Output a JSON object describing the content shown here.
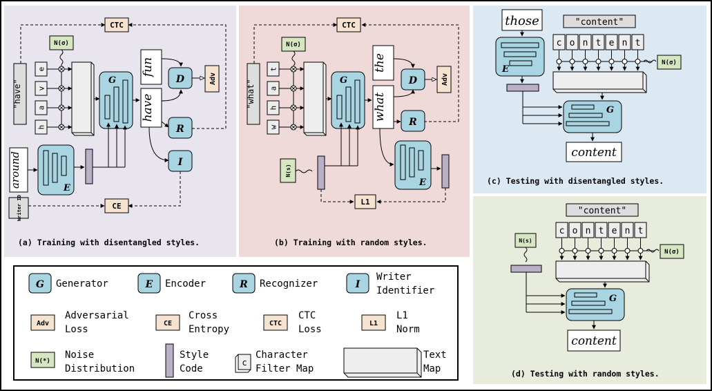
{
  "colors": {
    "panel_a": "#e9e5ef",
    "panel_b": "#f0d9d9",
    "panel_c": "#dce9f3",
    "panel_d": "#e8ecdc",
    "module": "#a9d4e1",
    "loss": "#f6e3cf",
    "noise": "#d5e6c1",
    "gray": "#dddddd",
    "style_code": "#b9b0c8"
  },
  "panel_a": {
    "caption": "(a) Training with disentangled styles.",
    "ctc": "CTC",
    "noise": "N(σ)",
    "word_label": "\"have\"",
    "chars": [
      "e",
      "v",
      "a",
      "h"
    ],
    "gen": "G",
    "disc": "D",
    "adv": "Adv",
    "rec": "R",
    "ident": "I",
    "enc": "E",
    "ce": "CE",
    "writer_id": "Writer ID",
    "gen_word": "have",
    "real_word": "fun",
    "style_word": "around"
  },
  "panel_b": {
    "caption": "(b) Training with random styles.",
    "ctc": "CTC",
    "noise_top": "N(σ)",
    "noise_style": "N(s)",
    "word_label": "\"what\"",
    "chars": [
      "t",
      "a",
      "h",
      "w"
    ],
    "gen": "G",
    "disc": "D",
    "adv": "Adv",
    "rec": "R",
    "enc": "E",
    "l1": "L1",
    "gen_word": "what",
    "real_word": "the"
  },
  "panel_c": {
    "caption": "(c) Testing with disentangled styles.",
    "style_word": "those",
    "content_label": "\"content\"",
    "chars": [
      "c",
      "o",
      "n",
      "t",
      "e",
      "n",
      "t"
    ],
    "noise": "N(σ)",
    "enc": "E",
    "gen": "G",
    "output_word": "content"
  },
  "panel_d": {
    "caption": "(d) Testing with random styles.",
    "content_label": "\"content\"",
    "chars": [
      "c",
      "o",
      "n",
      "t",
      "e",
      "n",
      "t"
    ],
    "noise_style": "N(s)",
    "noise": "N(σ)",
    "gen": "G",
    "output_word": "content"
  },
  "legend": {
    "generator_sym": "G",
    "generator": "Generator",
    "encoder_sym": "E",
    "encoder": "Encoder",
    "recognizer_sym": "R",
    "recognizer": "Recognizer",
    "writer_sym": "I",
    "writer_line1": "Writer",
    "writer_line2": "Identifier",
    "adv_sym": "Adv",
    "adv_line1": "Adversarial",
    "adv_line2": "Loss",
    "ce_sym": "CE",
    "ce_line1": "Cross",
    "ce_line2": "Entropy",
    "ctc_sym": "CTC",
    "ctc_line1": "CTC",
    "ctc_line2": "Loss",
    "l1_sym": "L1",
    "l1_line1": "L1",
    "l1_line2": "Norm",
    "noise_sym": "N(*)",
    "noise_line1": "Noise",
    "noise_line2": "Distribution",
    "style_line1": "Style",
    "style_line2": "Code",
    "char_sym": "c",
    "char_line1": "Character",
    "char_line2": "Filter Map",
    "text_line1": "Text",
    "text_line2": "Map"
  }
}
